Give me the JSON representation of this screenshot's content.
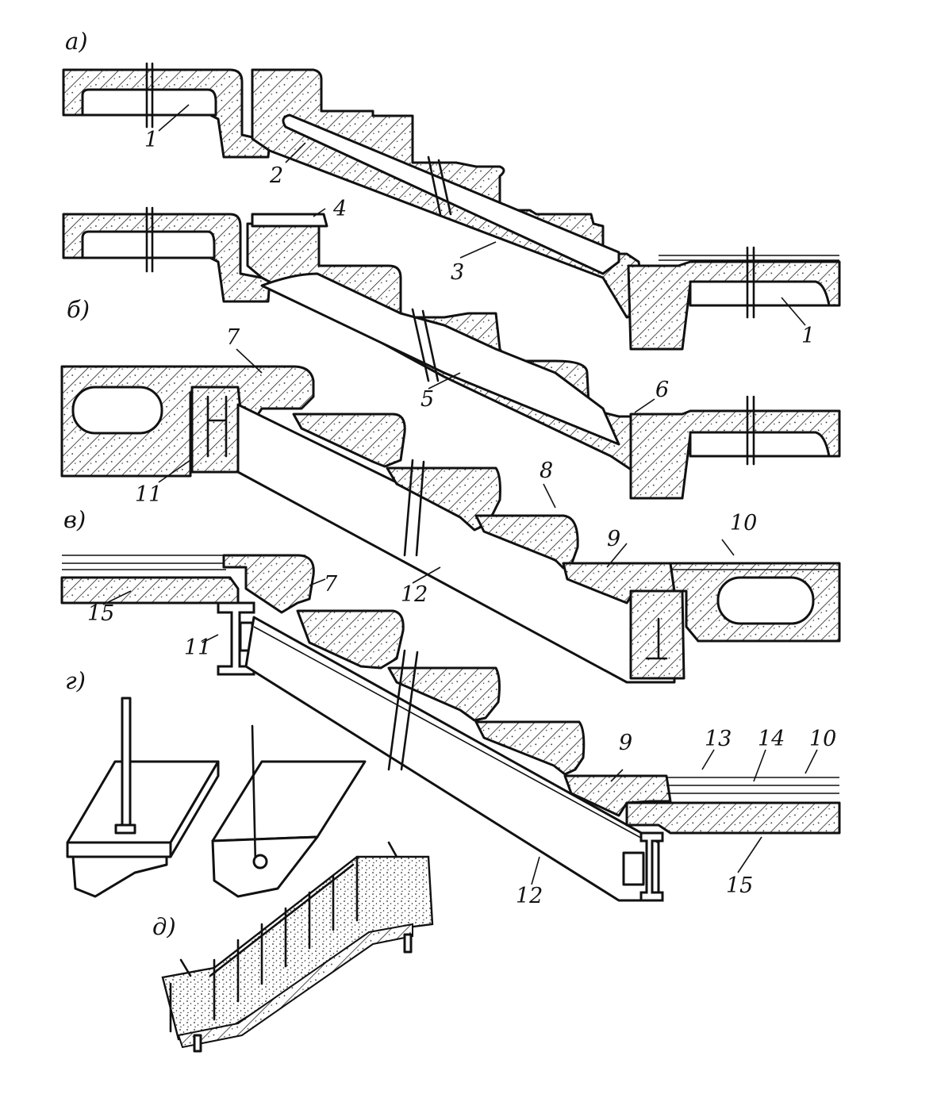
{
  "sections": {
    "a": "а)",
    "b": "б)",
    "v": "в)",
    "g": "г)",
    "d": "д)"
  },
  "labels": {
    "l1_left": "1",
    "l1_right": "1",
    "l2": "2",
    "l3": "3",
    "l4": "4",
    "l5": "5",
    "l6": "6",
    "l7_b": "7",
    "l7_v": "7",
    "l8": "8",
    "l9_b": "9",
    "l9_v": "9",
    "l10_b": "10",
    "l10_v": "10",
    "l11_b": "11",
    "l11_v": "11",
    "l12_b": "12",
    "l12_v": "12",
    "l13": "13",
    "l14": "14",
    "l15_v_left": "15",
    "l15_v_right": "15"
  },
  "colors": {
    "ink": "#111111",
    "paper": "#ffffff"
  }
}
